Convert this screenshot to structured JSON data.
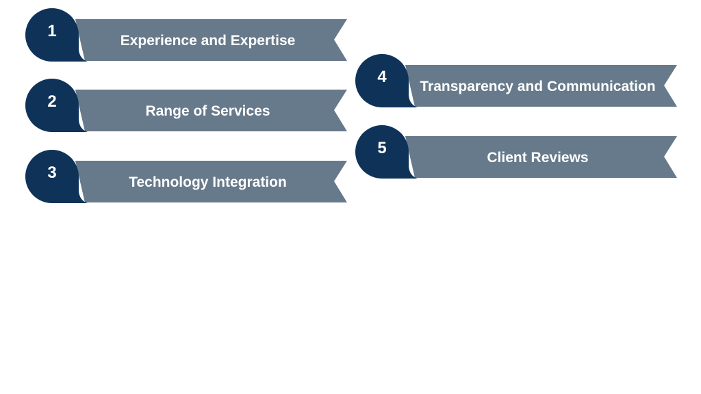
{
  "colors": {
    "circle": "#0f3358",
    "banner": "#677a8b"
  },
  "items": [
    {
      "number": "1",
      "label": "Experience and Expertise"
    },
    {
      "number": "2",
      "label": "Range of Services"
    },
    {
      "number": "3",
      "label": "Technology Integration"
    },
    {
      "number": "4",
      "label": "Transparency and Communication"
    },
    {
      "number": "5",
      "label": "Client Reviews"
    }
  ]
}
